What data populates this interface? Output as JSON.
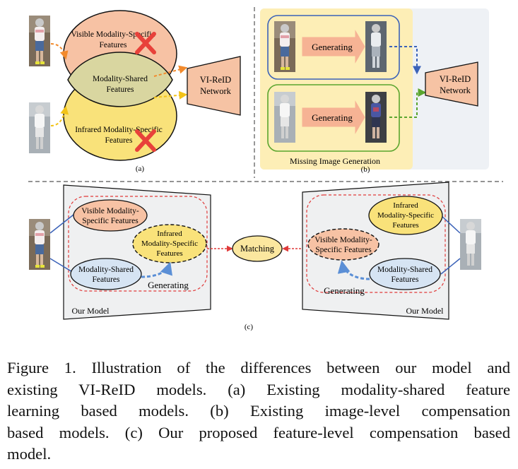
{
  "panel_a": {
    "label": "(a)",
    "visible_specific": [
      "Visible Modality-Specific",
      "Features"
    ],
    "shared": [
      "Modality-Shared",
      "Features"
    ],
    "infrared_specific": [
      "Infrared Modality-Specific",
      "Features"
    ],
    "network": [
      "VI-ReID",
      "Network"
    ]
  },
  "panel_b": {
    "label": "(b)",
    "generating_top": "Generating",
    "generating_bottom": "Generating",
    "network": [
      "VI-ReID",
      "Network"
    ],
    "region_label": "Missing Image Generation"
  },
  "panel_c": {
    "label": "(c)",
    "left": {
      "visible_specific": [
        "Visible Modality-",
        "Specific Features"
      ],
      "infrared_specific": [
        "Infrared",
        "Modality-Specific",
        "Features"
      ],
      "shared": [
        "Modality-Shared",
        "Features"
      ],
      "generating": "Generating",
      "model_label": "Our Model"
    },
    "matching": "Matching",
    "right": {
      "infrared_specific": [
        "Infrared",
        "Modality-Specific",
        "Features"
      ],
      "visible_specific": [
        "Visible Modality-",
        "Specific Features"
      ],
      "shared": [
        "Modality-Shared",
        "Features"
      ],
      "generating": "Generating",
      "model_label": "Our Model"
    }
  },
  "caption": {
    "lines": [
      "Figure 1.  Illustration of the differences between our model and",
      "existing VI-ReID models.  (a) Existing modality-shared feature",
      "learning based models.  (b) Existing image-level compensation",
      "based models. (c) Our proposed feature-level compensation based",
      "model."
    ]
  },
  "colors": {
    "visible_fill": "#f7c2a4",
    "infrared_fill": "#f9e27a",
    "shared_fill": "#d6e4f3",
    "network_fill": "#f6c3a4",
    "generation_region": "#fdeeb6",
    "panel_b_bg": "#eef1f5",
    "cross": "#e8413a",
    "orange_arrow": "#f28a2c",
    "yellow_arrow": "#f2c318",
    "blue_arrow": "#3b62b8",
    "green_arrow": "#5aa52e",
    "red_dashed": "#e03a3a",
    "model_box": "#eff0f1"
  }
}
